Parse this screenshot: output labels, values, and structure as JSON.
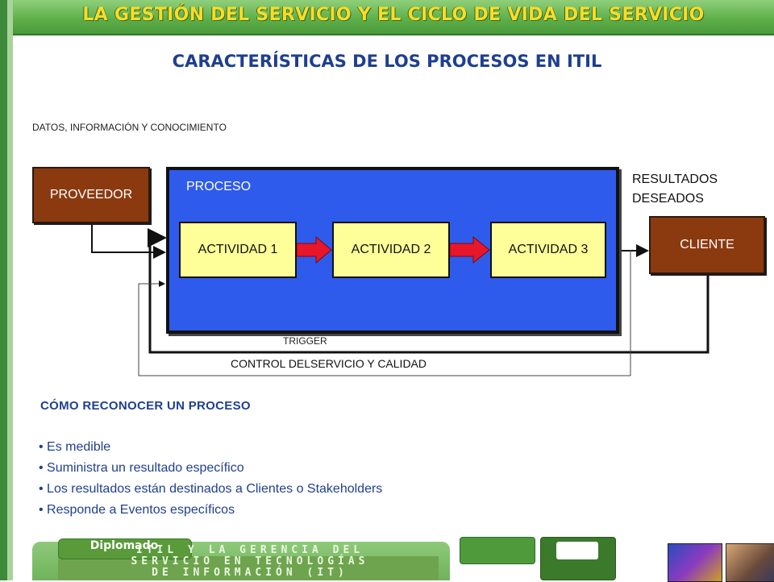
{
  "header": {
    "title": "LA GESTIÓN DEL SERVICIO Y EL CICLO DE VIDA DEL SERVICIO"
  },
  "main_title": "CARACTERÍSTICAS DE LOS PROCESOS EN ITIL",
  "diagram": {
    "inputs_label": "DATOS, INFORMACIÓN Y CONOCIMIENTO",
    "provider": "PROVEEDOR",
    "process_label": "PROCESO",
    "activities": [
      "ACTIVIDAD 1",
      "ACTIVIDAD 2",
      "ACTIVIDAD 3"
    ],
    "results_line1": "RESULTADOS",
    "results_line2": "DESEADOS",
    "client": "CLIENTE",
    "trigger": "TRIGGER",
    "control": "CONTROL DELSERVICIO Y CALIDAD"
  },
  "section": {
    "title": "CÓMO RECONOCER  UN PROCESO",
    "bullets": [
      "Es medible",
      "Suministra un resultado específico",
      "Los resultados están destinados a Clientes o Stakeholders",
      "Responde a Eventos específicos"
    ]
  },
  "footer": {
    "tag": "Diplomado",
    "line1": "ITIL Y LA GERENCIA DEL",
    "line2": "SERVICIO EN TECNOLOGÍAS",
    "line3": "DE INFORMACIÓN (IT)"
  },
  "colors": {
    "banner_green": "#5fb04b",
    "banner_text": "#f7dc2a",
    "title_blue": "#1f3f8f",
    "process_blue": "#2e5bec",
    "brown": "#8b3a10",
    "activity_yellow": "#ffff99",
    "arrow_red": "#e8162a"
  }
}
